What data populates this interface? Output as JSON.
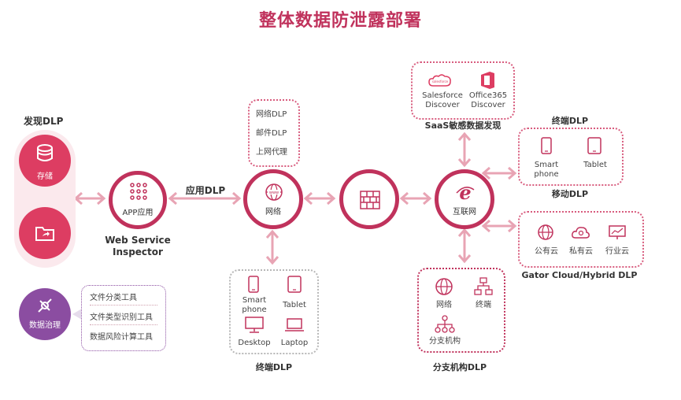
{
  "title": "整体数据防泄露部署",
  "discovery": {
    "label": "发现DLP",
    "storage": "存储",
    "folder_caption": ""
  },
  "governance": {
    "label": "数据治理",
    "tools": [
      "文件分类工具",
      "文件类型识别工具",
      "数据风险计算工具"
    ]
  },
  "app_node": {
    "label": "APP应用",
    "caption_line1": "Web Service",
    "caption_line2": "Inspector"
  },
  "app_dlp": "应用DLP",
  "network": {
    "label": "网络",
    "items": [
      "网络DLP",
      "邮件DLP",
      "上网代理"
    ]
  },
  "internet": {
    "label": "互联网"
  },
  "saas": {
    "label": "SaaS敏感数据发现",
    "items": [
      {
        "line1": "Salesforce",
        "line2": "Discover",
        "icon": "salesforce-icon"
      },
      {
        "line1": "Office365",
        "line2": "Discover",
        "icon": "office365-icon"
      }
    ]
  },
  "endpoint_top": {
    "label": "终端DLP",
    "mobile_label": "移动DLP",
    "items": [
      "Smart phone",
      "Tablet"
    ]
  },
  "endpoint_bottom": {
    "label": "终端DLP",
    "items": [
      "Smart phone",
      "Tablet",
      "Desktop",
      "Laptop"
    ]
  },
  "branch": {
    "label": "分支机构DLP",
    "items": [
      "网络",
      "终端",
      "分支机构"
    ]
  },
  "cloud": {
    "label": "Gator Cloud/Hybrid DLP",
    "items": [
      "公有云",
      "私有云",
      "行业云"
    ]
  },
  "colors": {
    "brand": "#c0325c",
    "accent": "#dd3d62",
    "purple": "#8b4da1",
    "arrow": "#e8a4b4"
  }
}
